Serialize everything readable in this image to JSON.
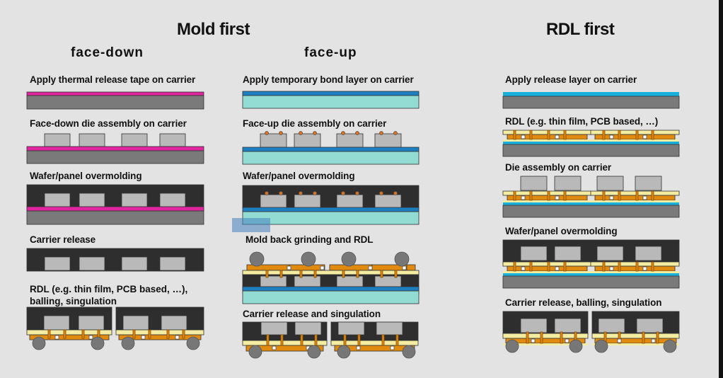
{
  "titles": {
    "mold_first": "Mold first",
    "rdl_first": "RDL first",
    "face_down": "face-down",
    "face_up": "face-up"
  },
  "face_down_steps": [
    "Apply thermal release tape on carrier",
    "Face-down die assembly on carrier",
    "Wafer/panel overmolding",
    "Carrier release",
    "RDL (e.g. thin film, PCB based, …),",
    "balling, singulation"
  ],
  "face_up_steps": [
    "Apply temporary bond layer on carrier",
    "Face-up die assembly on carrier",
    "Wafer/panel overmolding",
    "Mold back grinding and RDL",
    "Carrier release and singulation"
  ],
  "rdl_first_steps": [
    "Apply release layer on carrier",
    "RDL (e.g. thin film, PCB based, …)",
    "Die assembly on carrier",
    "Wafer/panel overmolding",
    "Carrier release, balling, singulation"
  ],
  "colors": {
    "background": "#e3e3e3",
    "carrier_gray": "#7a7a7a",
    "die_gray": "#b9b9b9",
    "mold_black": "#2e2e2e",
    "thermal_tape_magenta": "#e0259e",
    "bond_layer_blue": "#1d7fc0",
    "glass_carrier_cyan": "#92dcd3",
    "release_layer_cyan": "#1ab0dc",
    "rdl_copper_orange": "#e08a10",
    "dielectric_yellow": "#f4eca0",
    "solder_ball_gray": "#777777",
    "bump_orange": "#e0701c"
  }
}
